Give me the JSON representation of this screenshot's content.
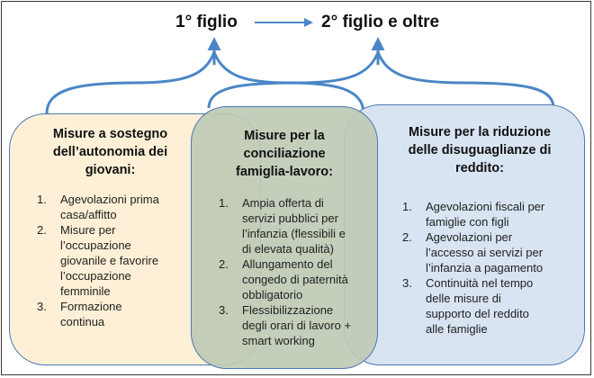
{
  "header": {
    "first_child": "1° figlio",
    "second_child": "2° figlio e oltre"
  },
  "boxes": [
    {
      "title_lines": [
        "Misure a sostegno",
        "dell’autonomia dei",
        "giovani:"
      ],
      "items": [
        {
          "num": "1.",
          "lines": [
            "Agevolazioni prima",
            "casa/affitto"
          ]
        },
        {
          "num": "2.",
          "lines": [
            "Misure per",
            "l’occupazione",
            "giovanile e favorire",
            "l’occupazione",
            "femminile"
          ]
        },
        {
          "num": "3.",
          "lines": [
            "Formazione",
            "continua"
          ]
        }
      ]
    },
    {
      "title_lines": [
        "Misure per la",
        "conciliazione",
        "famiglia-lavoro:"
      ],
      "items": [
        {
          "num": "1.",
          "lines": [
            "Ampia offerta di",
            "servizi pubblici per",
            "l’infanzia (flessibili e",
            "di elevata qualità)"
          ]
        },
        {
          "num": "2.",
          "lines": [
            "Allungamento del",
            "congedo di paternità",
            "obbligatorio"
          ]
        },
        {
          "num": "3.",
          "lines": [
            "Flessibilizzazione",
            "degli orari di lavoro +",
            "smart working"
          ]
        }
      ]
    },
    {
      "title_lines": [
        "Misure per la riduzione",
        "delle disuguaglianze di",
        "reddito:"
      ],
      "items": [
        {
          "num": "1.",
          "lines": [
            "Agevolazioni fiscali per",
            "famiglie con figli"
          ]
        },
        {
          "num": "2.",
          "lines": [
            "Agevolazioni per",
            "l’accesso ai servizi per",
            "l’infanzia a pagamento"
          ]
        },
        {
          "num": "3.",
          "lines": [
            "Continuità nel tempo",
            "delle misure di",
            "supporto del reddito",
            "alle famiglie"
          ]
        }
      ]
    }
  ],
  "colors": {
    "arrow": "#4a86c6",
    "left_fill": "#fdf0d6",
    "middle_fill": "#bccab6",
    "right_fill": "#d8e4f2",
    "border": "#4a78b5"
  }
}
